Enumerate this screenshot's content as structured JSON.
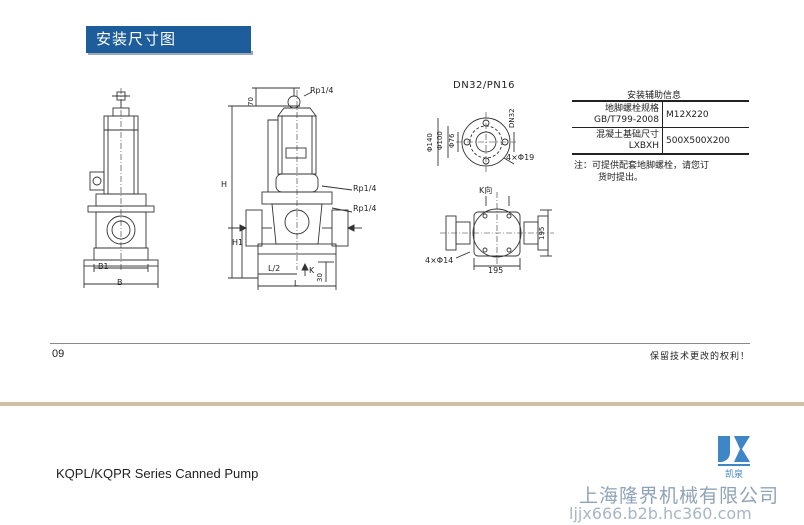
{
  "section_title": "安装尺寸图",
  "diagram_labels": {
    "rp1": "Rp1/4",
    "rp2": "Rp1/4",
    "rp3": "Rp1/4",
    "h": "H",
    "h1": "H1",
    "dim70": "70",
    "dim30": "30",
    "l_half": "L/2",
    "l": "L",
    "k": "K",
    "b1": "B1",
    "b": "B",
    "phi140": "Φ140",
    "phi100": "Φ100",
    "phi76": "Φ76",
    "dn32": "DN32",
    "holes19": "4×Φ19",
    "k_view": "K向",
    "holes14": "4×Φ14",
    "dim195_h": "195",
    "dim195_v": "195"
  },
  "dn_title": "DN32/PN16",
  "info": {
    "title": "安装辅助信息",
    "rows": [
      {
        "key_line1": "地脚螺栓规格",
        "key_line2": "GB/T799-2008",
        "value": "M12X220"
      },
      {
        "key_line1": "混凝土基础尺寸",
        "key_line2": "LXBXH",
        "value": "500X500X200"
      }
    ],
    "note_line1": "注：可提供配套地脚螺栓，请您订",
    "note_line2": "货时提出。"
  },
  "footer": {
    "page_number": "09",
    "rights": "保留技术更改的权利！",
    "series": "KQPL/KQPR Series Canned Pump",
    "logo_text": "凯泉",
    "company": "上海隆界机械有限公司",
    "website": "ljjx666.b2b.hc360.com"
  },
  "colors": {
    "title_bg": "#1d5d9b",
    "band": "#cfc1a6",
    "watermark": "#8fa3b8",
    "logo": "#3f86c6"
  }
}
